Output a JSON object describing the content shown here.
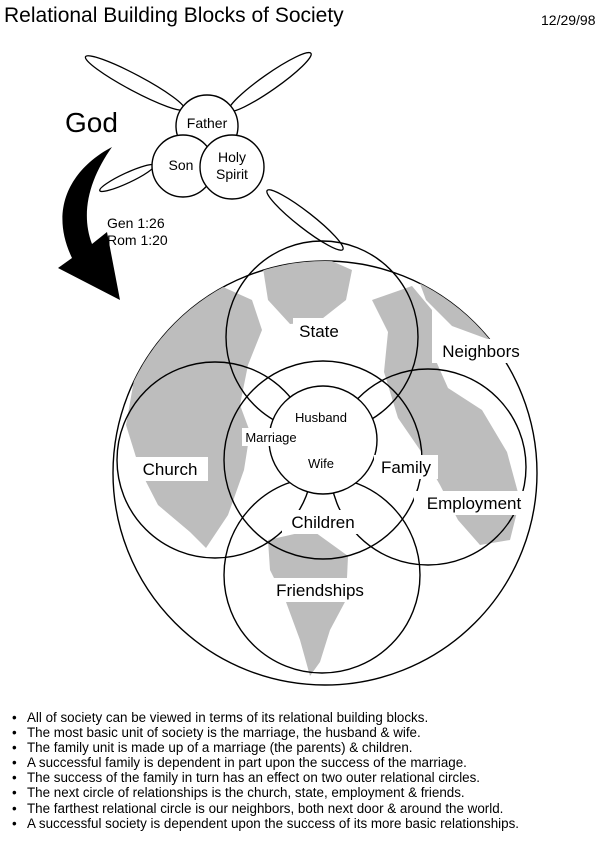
{
  "title": "Relational Building Blocks of Society",
  "date": "12/29/98",
  "god": {
    "label": "God",
    "trinity": [
      "Father",
      "Son",
      "Holy",
      "Spirit"
    ],
    "references": [
      "Gen 1:26",
      "Rom 1:20"
    ]
  },
  "circles": {
    "state": "State",
    "neighbors": "Neighbors",
    "church": "Church",
    "family": "Family",
    "employment": "Employment",
    "children": "Children",
    "friendships": "Friendships",
    "husband": "Husband",
    "marriage": "Marriage",
    "wife": "Wife"
  },
  "colors": {
    "land": "#bdbdbd",
    "line": "#000000",
    "background": "#ffffff"
  },
  "bullets": [
    "All of society can be viewed in terms of its relational building blocks.",
    "The most basic unit of society is the marriage, the husband & wife.",
    "The family unit is made up of a marriage (the parents) & children.",
    "A successful family is dependent in part upon the success of the marriage.",
    "The success of the family in turn has an effect on two outer relational circles.",
    "The next circle of relationships is the church, state, employment & friends.",
    "The farthest relational circle is our neighbors, both next door & around the world.",
    "A successful society is dependent upon the success of its more basic relationships."
  ]
}
